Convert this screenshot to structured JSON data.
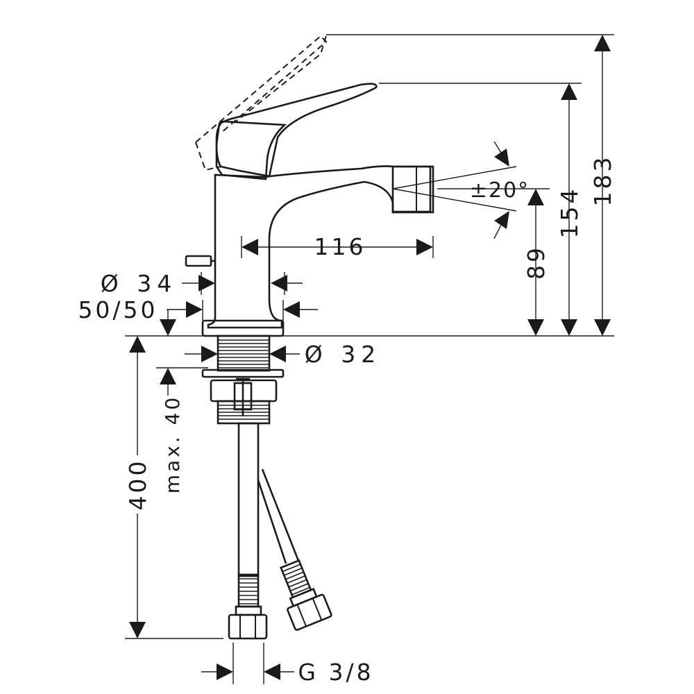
{
  "drawing": {
    "dimensions": {
      "total_height": "183",
      "spout_top_height": "154",
      "outlet_height": "89",
      "spout_reach": "116",
      "angle": "±20°",
      "body_diameter": "Ø 34",
      "base_tolerance": "50/50",
      "shank_diameter": "Ø 32",
      "max_deck_thickness": "max. 40",
      "hose_length": "400",
      "thread": "G 3/8"
    }
  }
}
